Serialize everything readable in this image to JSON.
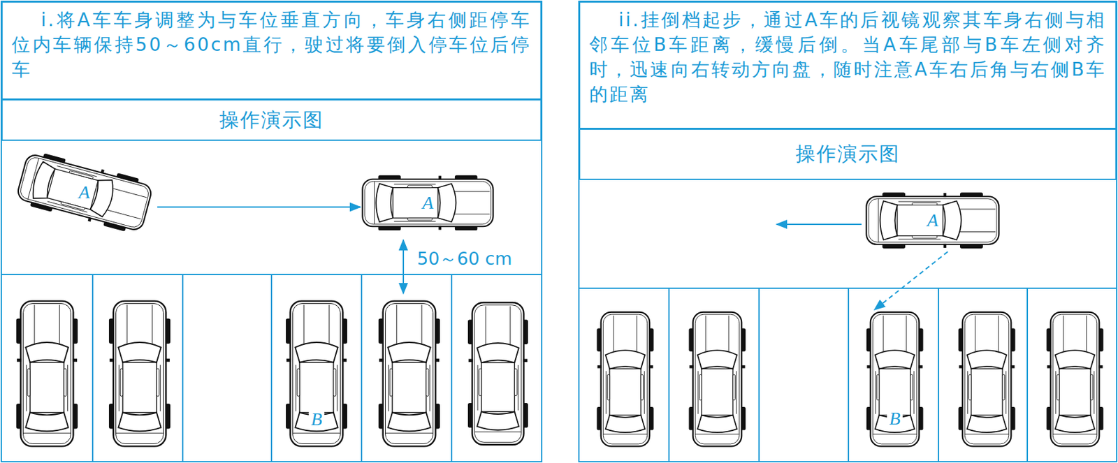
{
  "diagram": {
    "nodes": [
      {
        "text": [
          "i.将A车车身调整为与车位垂直方向，车身右侧距停车位内车辆保持50～60cm直行，驶过将要倒入停车位后停车"
        ]
      },
      {
        "text": [
          "操作演示图"
        ]
      },
      {
        "text": [
          "A"
        ]
      },
      {
        "text": [
          "A"
        ]
      },
      {
        "text": [
          "B"
        ]
      },
      {
        "text": [
          "ii.挂倒档起步，通过A车的后视镜观察其车身右侧与相邻车位B车距离，缓慢后倒。当A车尾部与B车左侧对齐时，迅速向右转动方向盘，随时注意A车右后角与右侧B车的距离"
        ]
      },
      {
        "text": [
          "操作演示图"
        ]
      },
      {
        "text": [
          "A"
        ]
      },
      {
        "text": [
          "B"
        ]
      }
    ],
    "edges": [
      {
        "from": 2,
        "to": 3,
        "arrow": "to"
      },
      {
        "from": 7,
        "to": 8,
        "arrow": "to"
      }
    ],
    "labels": [
      "50～60 cm"
    ]
  }
}
